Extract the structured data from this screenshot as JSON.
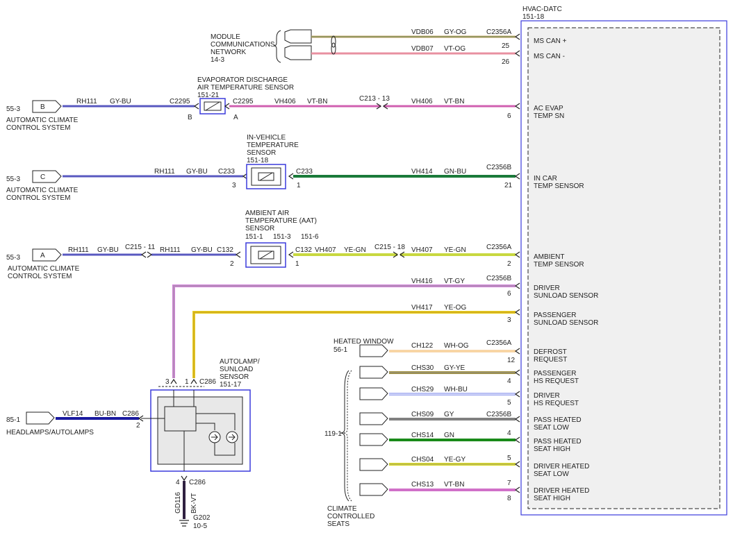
{
  "module": {
    "title": "HVAC-DATC",
    "ref": "151-18",
    "inputs": [
      {
        "label": [
          "MS CAN +"
        ],
        "pin": "25"
      },
      {
        "label": [
          "MS CAN -"
        ],
        "pin": "26"
      },
      {
        "label": [
          "AC EVAP",
          "TEMP SN"
        ],
        "pin": "6"
      },
      {
        "label": [
          "IN CAR",
          "TEMP SENSOR"
        ],
        "pin": "21"
      },
      {
        "label": [
          "AMBIENT",
          "TEMP SENSOR"
        ],
        "pin": "2"
      },
      {
        "label": [
          "DRIVER",
          "SUNLOAD SENSOR"
        ],
        "pin": "6"
      },
      {
        "label": [
          "PASSENGER",
          "SUNLOAD SENSOR"
        ],
        "pin": "3"
      },
      {
        "label": [
          "DEFROST",
          "REQUEST"
        ],
        "pin": "12"
      },
      {
        "label": [
          "PASSENGER",
          "HS REQUEST"
        ],
        "pin": "4"
      },
      {
        "label": [
          "DRIVER",
          "HS REQUEST"
        ],
        "pin": "5"
      },
      {
        "label": [
          "PASS HEATED",
          "SEAT LOW"
        ],
        "pin": ""
      },
      {
        "label": [
          "PASS HEATED",
          "SEAT HIGH"
        ],
        "pin": "4"
      },
      {
        "label": [
          "DRIVER HEATED",
          "SEAT LOW"
        ],
        "pin": "5"
      },
      {
        "label": [
          "DRIVER HEATED",
          "SEAT HIGH"
        ],
        "pin": "7"
      }
    ],
    "extra_pin": "8"
  },
  "network": {
    "label": [
      "MODULE",
      "COMMUNICATIONS",
      "NETWORK"
    ],
    "ref": "14-3",
    "wires": [
      {
        "circuit": "VDB06",
        "color": "GY-OG",
        "connector": "C2356A",
        "pin": "25"
      },
      {
        "circuit": "VDB07",
        "color": "VT-OG",
        "connector": "",
        "pin": "26"
      }
    ]
  },
  "evap_sensor": {
    "label": [
      "EVAPORATOR DISCHARGE",
      "AIR TEMPERATURE SENSOR"
    ],
    "ref": "151-21",
    "left_conn": "C2295",
    "left_pin": "B",
    "right_conn": "C2295",
    "right_pin": "A",
    "left_wire": {
      "circuit": "RH111",
      "color": "GY-BU"
    },
    "mid_wire": {
      "circuit": "VH406",
      "color": "VT-BN"
    },
    "inline": "C213 - 13",
    "right_wire": {
      "circuit": "VH406",
      "color": "VT-BN"
    },
    "source_ref": "55-3",
    "source_tag": "B",
    "source_label": [
      "AUTOMATIC CLIMATE",
      "CONTROL SYSTEM"
    ]
  },
  "invehicle_sensor": {
    "label": [
      "IN-VEHICLE",
      "TEMPERATURE",
      "SENSOR"
    ],
    "ref": "151-18",
    "left_wire": {
      "circuit": "RH111",
      "color": "GY-BU",
      "connector": "C233",
      "pin": "3"
    },
    "right_wire": {
      "circuit": "VH414",
      "color": "GN-BU",
      "connector": "C2356B",
      "pin": "21"
    },
    "right_conn": "C233",
    "right_pin": "1",
    "source_ref": "55-3",
    "source_tag": "C",
    "source_label": [
      "AUTOMATIC CLIMATE",
      "CONTROL SYSTEM"
    ]
  },
  "ambient_sensor": {
    "label": [
      "AMBIENT AIR",
      "TEMPERATURE (AAT)",
      "SENSOR"
    ],
    "refs": [
      "151-1",
      "151-3",
      "151-6"
    ],
    "w1": {
      "circuit": "RH111",
      "color": "GY-BU"
    },
    "inline1": "C215 - 11",
    "w2": {
      "circuit": "RH111",
      "color": "GY-BU",
      "connector": "C132",
      "pin": "2"
    },
    "w3": {
      "circuit": "VH407",
      "color": "YE-GN",
      "connector": "C132",
      "pin": "1"
    },
    "inline2": "C215 - 18",
    "w4": {
      "circuit": "VH407",
      "color": "YE-GN",
      "connector": "C2356A",
      "pin": "2"
    },
    "source_ref": "55-3",
    "source_tag": "A",
    "source_label": [
      "AUTOMATIC CLIMATE",
      "CONTROL SYSTEM"
    ]
  },
  "sunload": {
    "driver_wire": {
      "circuit": "VH416",
      "color": "VT-GY",
      "connector": "C2356B",
      "pin": "6"
    },
    "pass_wire": {
      "circuit": "VH417",
      "color": "YE-OG",
      "pin": "3"
    },
    "label": [
      "AUTOLAMP/",
      "SUNLOAD",
      "SENSOR"
    ],
    "ref": "151-17",
    "top_pins": [
      "3",
      "1"
    ],
    "top_conn": "C286",
    "headlamp": {
      "ref": "85-1",
      "label": "HEADLAMPS/AUTOLAMPS",
      "circuit": "VLF14",
      "color": "BU-BN",
      "connector": "C286",
      "pin": "2"
    },
    "ground": {
      "pin": "4",
      "connector": "C286",
      "circuit": "GD116",
      "color": "BK-VT",
      "ref": "G202",
      "ref2": "10-5"
    }
  },
  "heated_window": {
    "label": "HEATED WINDOW",
    "ref": "56-1",
    "wire": {
      "circuit": "CH122",
      "color": "WH-OG",
      "connector": "C2356A",
      "pin": "12"
    }
  },
  "seats": {
    "label": [
      "CLIMATE",
      "CONTROLLED",
      "SEATS"
    ],
    "ref": "119-1",
    "wires": [
      {
        "circuit": "CHS30",
        "color": "GY-YE",
        "connector": "",
        "pin": "4"
      },
      {
        "circuit": "CHS29",
        "color": "WH-BU",
        "connector": "",
        "pin": "5"
      },
      {
        "circuit": "CHS09",
        "color": "GY",
        "connector": "C2356B",
        "pin": ""
      },
      {
        "circuit": "CHS14",
        "color": "GN",
        "connector": "",
        "pin": "4"
      },
      {
        "circuit": "CHS04",
        "color": "YE-GY",
        "connector": "",
        "pin": "5"
      },
      {
        "circuit": "CHS13",
        "color": "VT-BN",
        "connector": "",
        "pin": "7"
      }
    ]
  },
  "colors": {
    "blue_frame": "#3a3adc",
    "gy_og": "#c8a060",
    "vt_og": "#e890a0",
    "gy_bu": "#5858c0",
    "vt_bn": "#d060b0",
    "gn_bu": "#1a7a3a",
    "ye_gn": "#c8d840",
    "vt_gy": "#d080d8",
    "ye_og": "#e8d020",
    "wh_og": "#f0b060",
    "gy_ye": "#a09040",
    "wh_bu": "#9fa8f0",
    "gy": "#808080",
    "gn": "#1a8a1a",
    "ye_gy": "#d8d820",
    "vt_bn2": "#d070c8",
    "bu_bn": "#1a1aa0",
    "bk_vt": "#302040"
  }
}
